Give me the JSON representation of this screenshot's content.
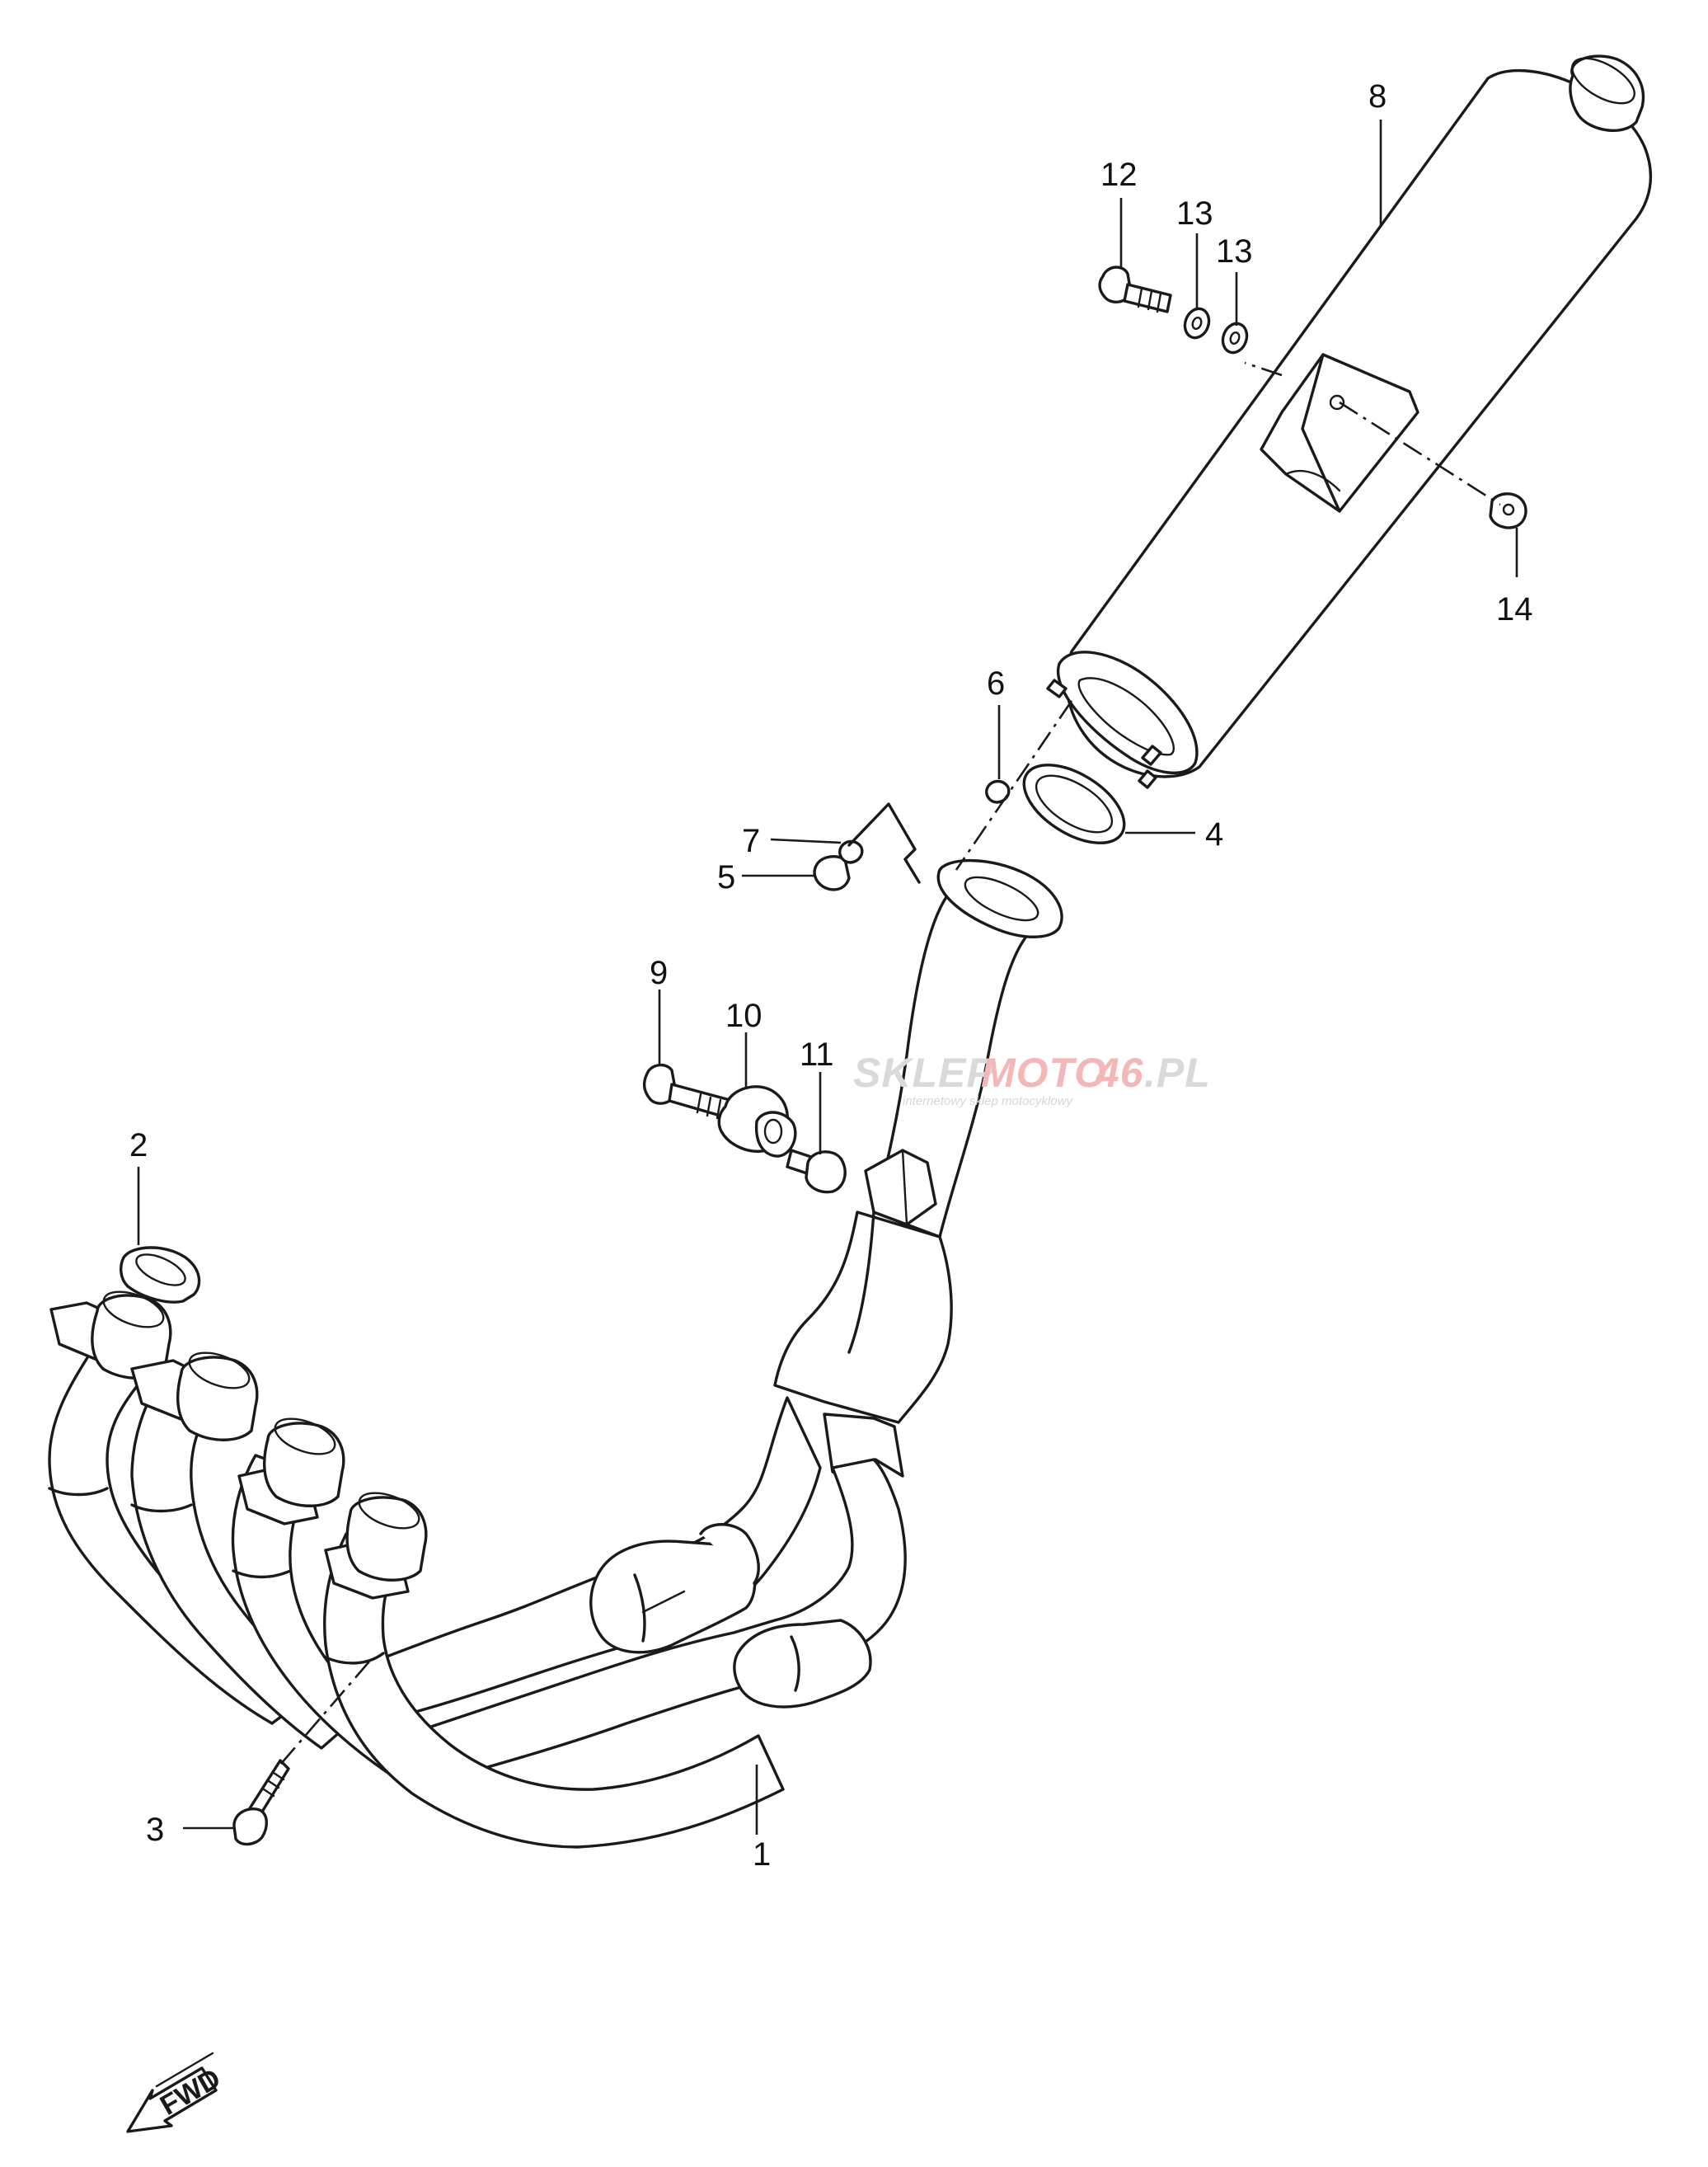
{
  "watermark": {
    "part1": "SKLEP",
    "part2": "MOTO",
    "part3": "46",
    "part4": ".PL",
    "tagline": "internetowy sklep motocyklowy"
  },
  "direction_label": "FWD",
  "callouts": [
    {
      "id": "1",
      "label": "1"
    },
    {
      "id": "2",
      "label": "2"
    },
    {
      "id": "3",
      "label": "3"
    },
    {
      "id": "4",
      "label": "4"
    },
    {
      "id": "5",
      "label": "5"
    },
    {
      "id": "6",
      "label": "6"
    },
    {
      "id": "7",
      "label": "7"
    },
    {
      "id": "8",
      "label": "8"
    },
    {
      "id": "9",
      "label": "9"
    },
    {
      "id": "10",
      "label": "10"
    },
    {
      "id": "11",
      "label": "11"
    },
    {
      "id": "12",
      "label": "12"
    },
    {
      "id": "13a",
      "label": "13"
    },
    {
      "id": "13b",
      "label": "13"
    },
    {
      "id": "14",
      "label": "14"
    }
  ]
}
